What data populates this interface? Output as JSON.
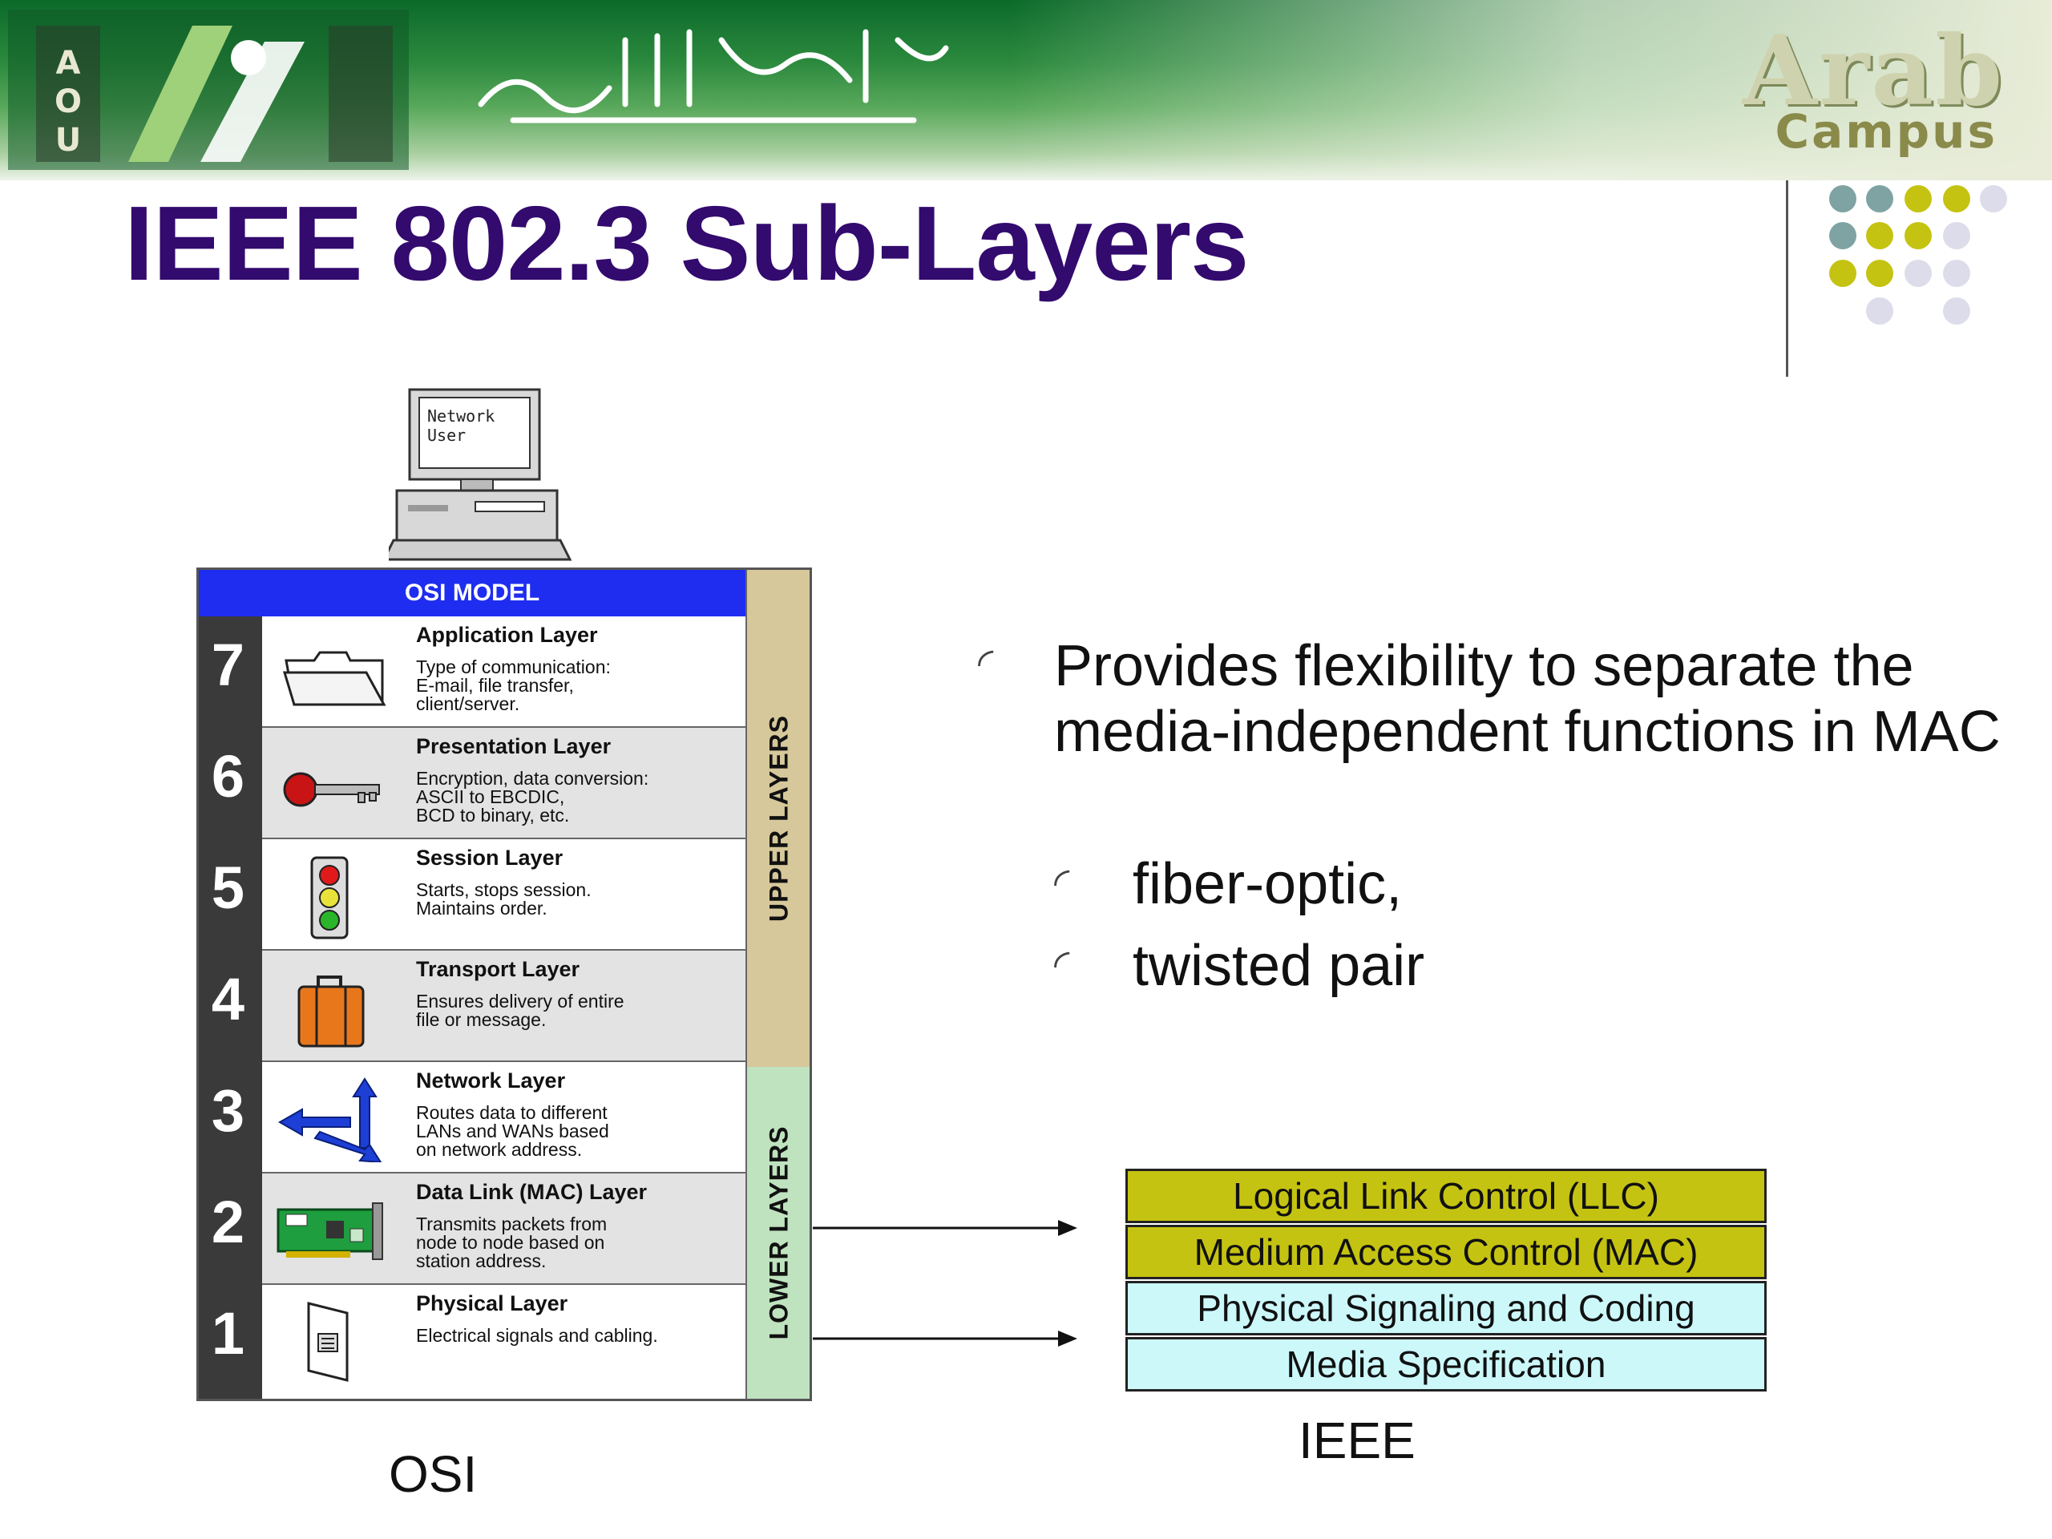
{
  "header": {
    "brand_line1": "Arab",
    "brand_line2": "Campus",
    "logo_letters": "AOU",
    "colors": {
      "banner_green": "#0b6a2a",
      "brand": "#cfd2ae"
    }
  },
  "title": "IEEE 802.3 Sub-Layers",
  "osi": {
    "header": "OSI MODEL",
    "computer_label_line1": "Network",
    "computer_label_line2": "User",
    "upper_label": "UPPER LAYERS",
    "lower_label": "LOWER LAYERS",
    "layers": [
      {
        "num": "7",
        "name": "Application Layer",
        "desc1": "Type of communication:",
        "desc2": "E-mail, file transfer,",
        "desc3": "client/server.",
        "icon": "folder-icon"
      },
      {
        "num": "6",
        "name": "Presentation Layer",
        "desc1": "Encryption, data conversion:",
        "desc2": "ASCII to EBCDIC,",
        "desc3": "BCD to binary, etc.",
        "icon": "key-icon"
      },
      {
        "num": "5",
        "name": "Session Layer",
        "desc1": "Starts, stops session.",
        "desc2": "Maintains order.",
        "desc3": "",
        "icon": "traffic-light-icon"
      },
      {
        "num": "4",
        "name": "Transport Layer",
        "desc1": "Ensures delivery of entire",
        "desc2": "file or message.",
        "desc3": "",
        "icon": "suitcase-icon"
      },
      {
        "num": "3",
        "name": "Network Layer",
        "desc1": "Routes data to different",
        "desc2": "LANs and WANs based",
        "desc3": "on network address.",
        "icon": "routing-arrows-icon"
      },
      {
        "num": "2",
        "name": "Data Link (MAC) Layer",
        "desc1": "Transmits packets from",
        "desc2": "node to node based on",
        "desc3": "station address.",
        "icon": "network-card-icon"
      },
      {
        "num": "1",
        "name": "Physical Layer",
        "desc1": "Electrical signals and cabling.",
        "desc2": "",
        "desc3": "",
        "icon": "wall-jack-icon"
      }
    ],
    "caption": "OSI"
  },
  "bullets": {
    "main": "Provides flexibility to separate the media-independent functions in MAC",
    "sub": [
      "fiber-optic,",
      "twisted pair"
    ]
  },
  "ieee": {
    "rows": [
      "Logical Link Control (LLC)",
      "Medium Access Control (MAC)",
      "Physical Signaling and Coding",
      "Media Specification"
    ],
    "caption": "IEEE",
    "colors": {
      "mac_llc": "#c5c311",
      "phy_media": "#ccf8fa"
    }
  }
}
